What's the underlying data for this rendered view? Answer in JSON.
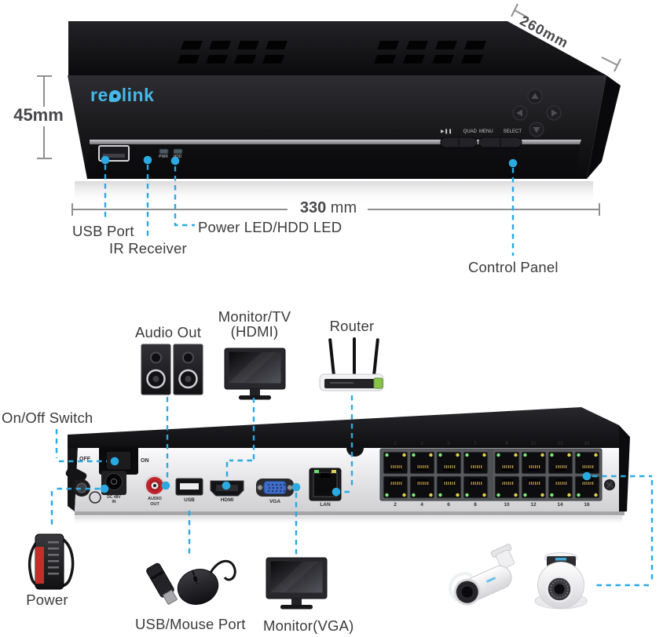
{
  "colors": {
    "callout_blue": "#2BA9E1",
    "label_text": "#3B3B3D",
    "dim_gray": "#909092",
    "logo_blue": "#46B7E8"
  },
  "brand": {
    "logo_pre": "re",
    "logo_post": "link"
  },
  "front_view": {
    "dims": {
      "height": "45mm",
      "depth": "260mm",
      "width_value": "330",
      "width_unit": "mm"
    },
    "leds": {
      "pwr": "PWR",
      "hdd": "HDD"
    },
    "controls": {
      "play_pause": "▶❚❚",
      "quad": "QUAD",
      "menu": "MENU",
      "select": "SELECT"
    },
    "callouts": {
      "usb": "USB Port",
      "ir": "IR Receiver",
      "led": "Power LED/HDD LED",
      "control_panel": "Control Panel"
    }
  },
  "rear_view": {
    "callouts": {
      "audio": "Audio Out",
      "monitor_hdmi_1": "Monitor/TV",
      "monitor_hdmi_2": "(HDMI)",
      "router": "Router",
      "onoff": "On/Off Switch",
      "power": "Power",
      "usb_mouse": "USB/Mouse Port",
      "monitor_vga": "Monitor(VGA)"
    },
    "ports": {
      "off": "OFF",
      "on": "ON",
      "dc_line1": "DC 48V",
      "dc_line2": "IN",
      "audio_line1": "AUDIO",
      "audio_line2": "OUT",
      "usb": "USB",
      "hdmi": "HDMI",
      "vga": "VGA",
      "lan": "LAN"
    },
    "poe_top": [
      "1",
      "3",
      "5",
      "7",
      "9",
      "11",
      "13",
      "15"
    ],
    "poe_bottom": [
      "2",
      "4",
      "6",
      "8",
      "10",
      "12",
      "14",
      "16"
    ]
  }
}
